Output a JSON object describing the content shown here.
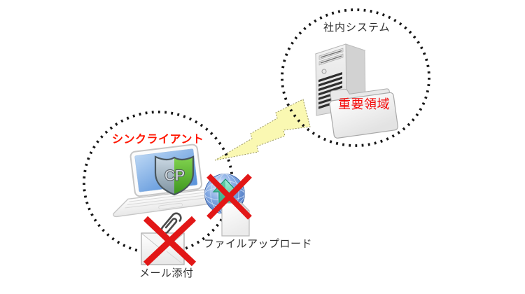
{
  "zones": {
    "internal_system": {
      "label": "社内システム"
    },
    "thin_client": {
      "label": "シンクライアント"
    }
  },
  "folder": {
    "label": "重要領域",
    "label_color": "#f40606"
  },
  "shield": {
    "text": "CP"
  },
  "blocked_channels": {
    "mail_attachment": {
      "label": "メール添付"
    },
    "file_upload": {
      "label": "ファイルアップロード"
    }
  },
  "icons": {
    "server": "server-tower-icon",
    "folder": "folder-icon",
    "laptop": "laptop-icon",
    "shield": "cp-shield-icon",
    "globe_upload": "globe-upload-icon",
    "document": "document-icon",
    "envelope": "envelope-icon",
    "paperclip": "paperclip-icon",
    "blocked": "red-x-icon",
    "attack_path": "lightning-bolt-icon",
    "zone_boundary": "dotted-circle"
  },
  "colors": {
    "background": "#ffffff",
    "alert_red": "#e21717",
    "label_red": "#ff1500",
    "bolt_yellow": "#faf8b2",
    "globe_blue": "#4a78c8",
    "arrow_teal": "#2fb386",
    "shield_green": "#3c961d",
    "shield_steel": "#7e92a0",
    "dotted_line": "#161616"
  }
}
